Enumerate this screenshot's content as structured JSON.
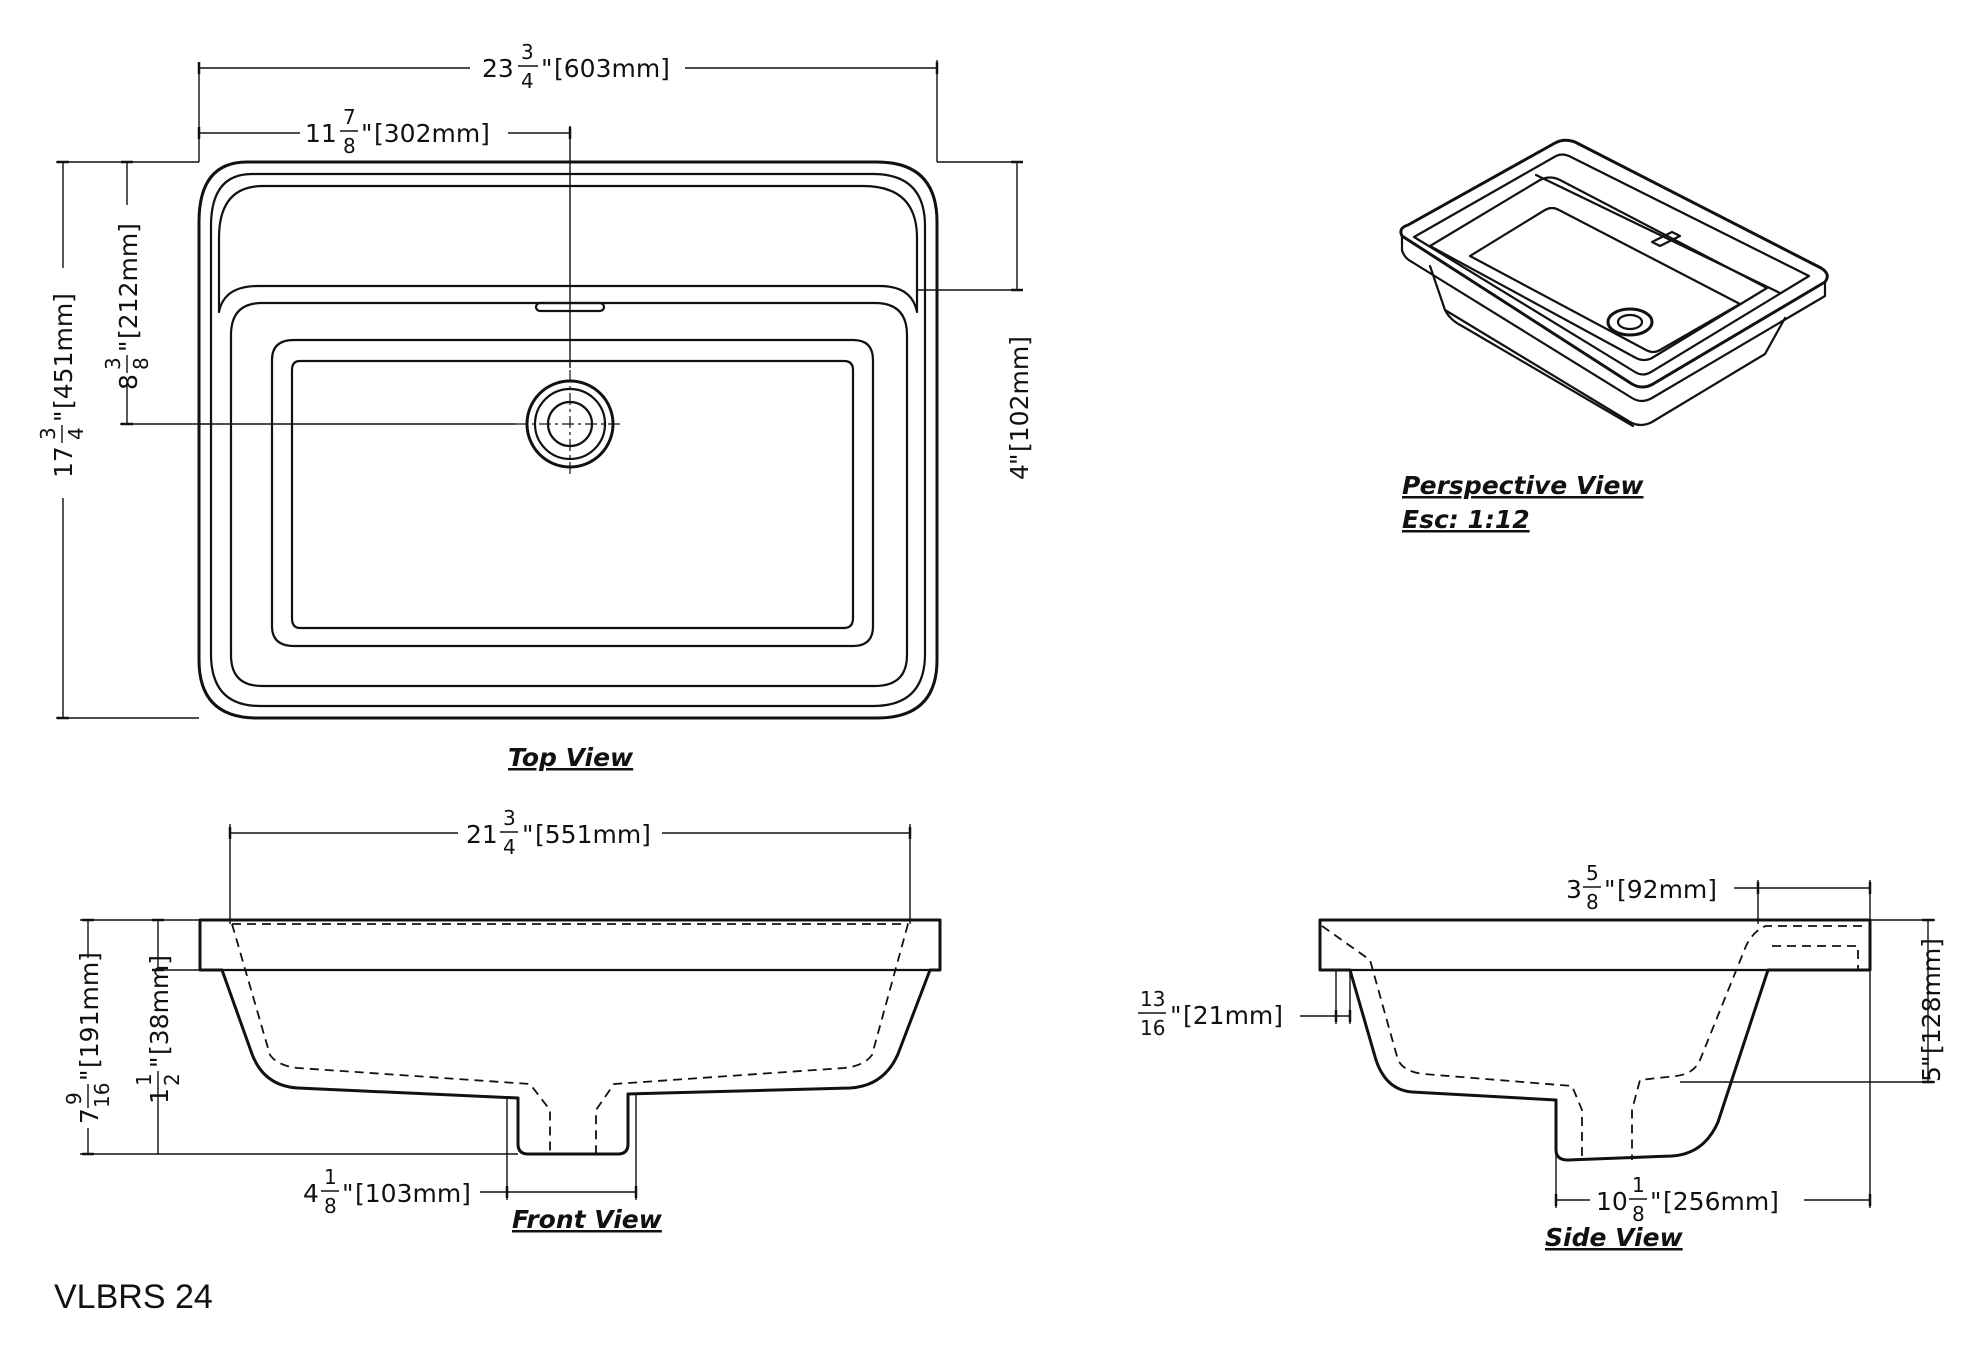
{
  "model": "VLBRS 24",
  "views": {
    "top": "Top View",
    "front": "Front View",
    "side": "Side View",
    "perspective": "Perspective View",
    "scale": "Esc: 1:12"
  },
  "dimensions": {
    "overall_width": {
      "whole": "23",
      "num": "3",
      "den": "4",
      "metric": "[603mm]"
    },
    "drain_offset": {
      "whole": "11",
      "num": "7",
      "den": "8",
      "metric": "[302mm]"
    },
    "overall_depth": {
      "whole": "17",
      "num": "3",
      "den": "4",
      "metric": "[451mm]"
    },
    "drain_depth": {
      "whole": "8",
      "num": "3",
      "den": "8",
      "metric": "[212mm]"
    },
    "deck_depth": {
      "whole": "4",
      "num": "",
      "den": "",
      "metric": "[102mm]"
    },
    "bowl_width": {
      "whole": "21",
      "num": "3",
      "den": "4",
      "metric": "[551mm]"
    },
    "total_height": {
      "whole": "7",
      "num": "9",
      "den": "16",
      "metric": "[191mm]"
    },
    "rim_height": {
      "whole": "1",
      "num": "1",
      "den": "2",
      "metric": "[38mm]"
    },
    "outlet_width": {
      "whole": "4",
      "num": "1",
      "den": "8",
      "metric": "[103mm]"
    },
    "deck_setback": {
      "whole": "3",
      "num": "5",
      "den": "8",
      "metric": "[92mm]"
    },
    "rim_thickness": {
      "whole": "",
      "num": "13",
      "den": "16",
      "metric": "[21mm]"
    },
    "side_height": {
      "whole": "5",
      "num": "",
      "den": "",
      "metric": "[128mm]"
    },
    "bottom_length": {
      "whole": "10",
      "num": "1",
      "den": "8",
      "metric": "[256mm]"
    }
  }
}
